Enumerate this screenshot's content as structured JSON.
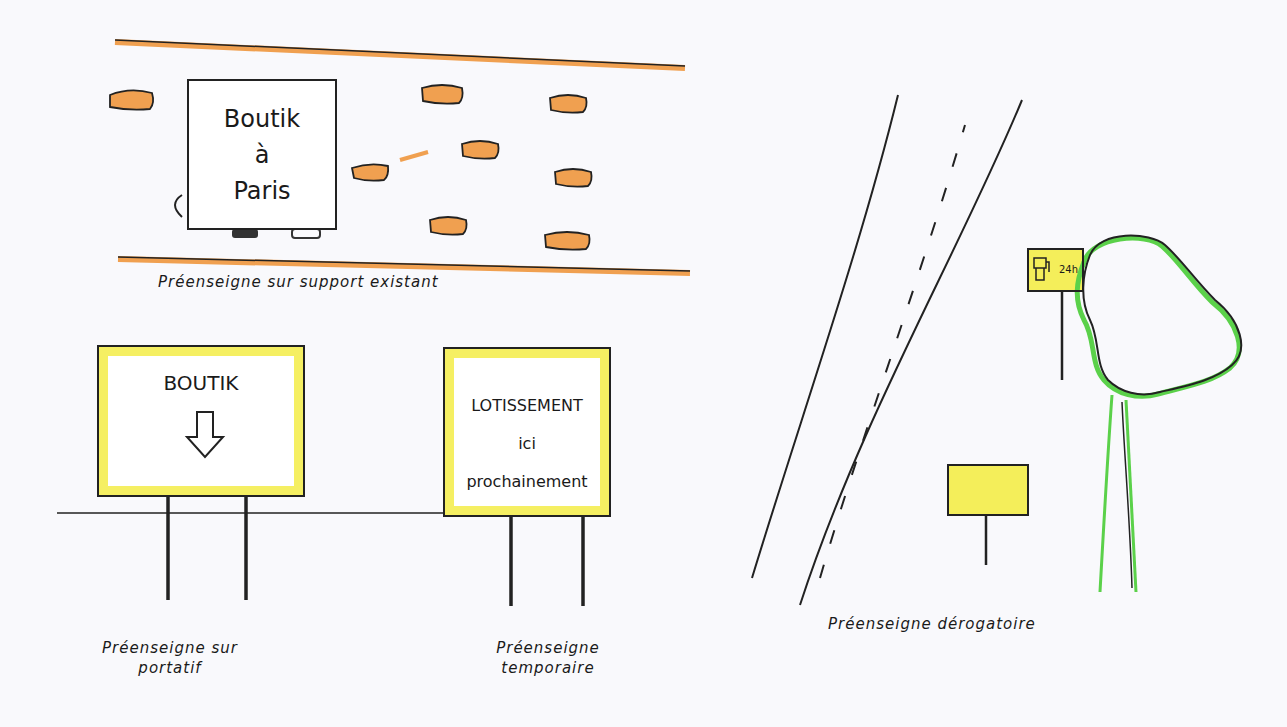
{
  "diagram": {
    "nodes": [
      {
        "text": [
          "Boutik à Paris"
        ]
      },
      {
        "text": [
          "BOUTIK"
        ]
      },
      {
        "text": [
          "LOTISSEMENT ici prochainement"
        ]
      },
      {
        "text": [
          "24h"
        ]
      }
    ],
    "labels": [
      "Préenseigne sur support existant",
      "Préenseigne sur portatif",
      "Préenseigne temporaire",
      "Préenseigne dérogatoire"
    ]
  }
}
